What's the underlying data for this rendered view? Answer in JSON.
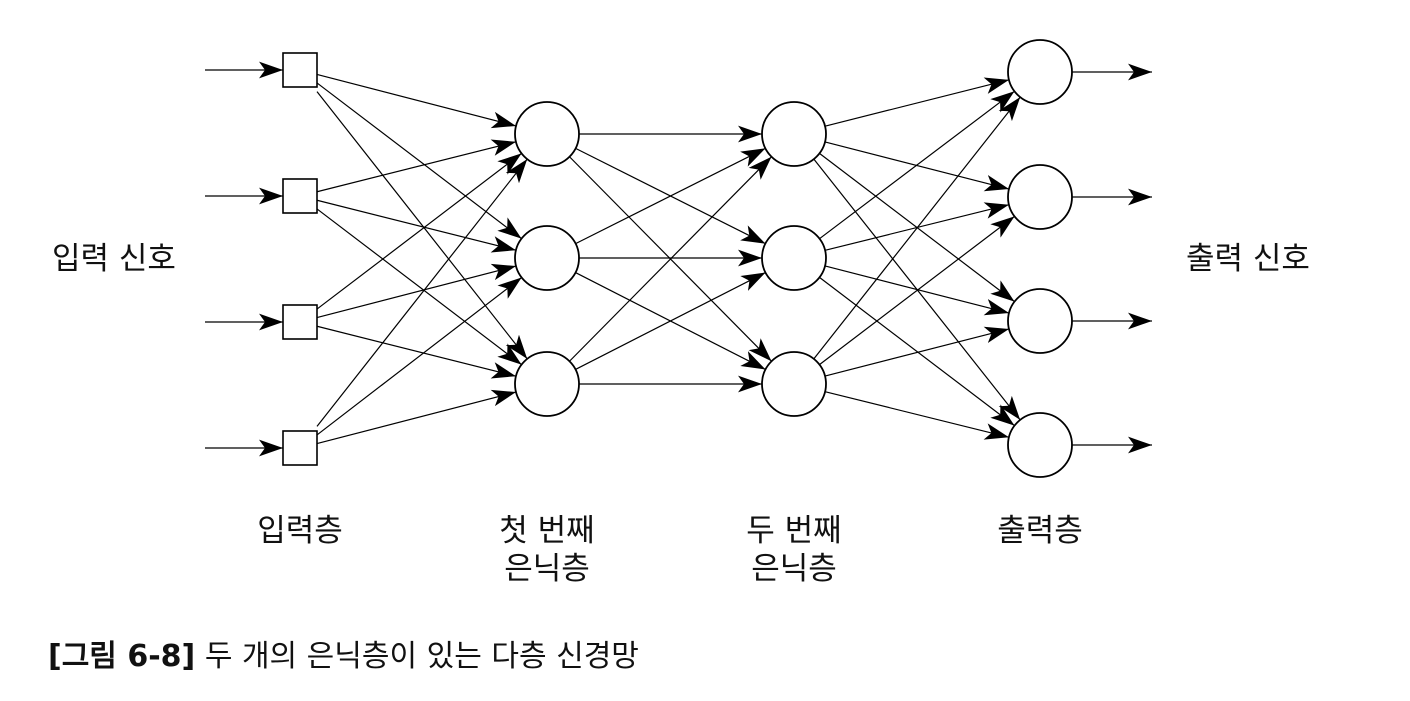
{
  "diagram": {
    "input_signal_label": "입력 신호",
    "output_signal_label": "출력 신호",
    "layers": [
      {
        "name": "input",
        "label_lines": [
          "입력층"
        ],
        "node_shape": "square",
        "node_count": 4
      },
      {
        "name": "hidden1",
        "label_lines": [
          "첫 번째",
          "은닉층"
        ],
        "node_shape": "circle",
        "node_count": 3
      },
      {
        "name": "hidden2",
        "label_lines": [
          "두 번째",
          "은닉층"
        ],
        "node_shape": "circle",
        "node_count": 3
      },
      {
        "name": "output",
        "label_lines": [
          "출력층"
        ],
        "node_shape": "circle",
        "node_count": 4
      }
    ],
    "connectivity": "fully-connected",
    "stroke_color": "#000000",
    "node_fill": "#ffffff"
  },
  "caption": {
    "tag": "[그림 6-8]",
    "text": "두 개의 은닉층이 있는 다층 신경망"
  }
}
